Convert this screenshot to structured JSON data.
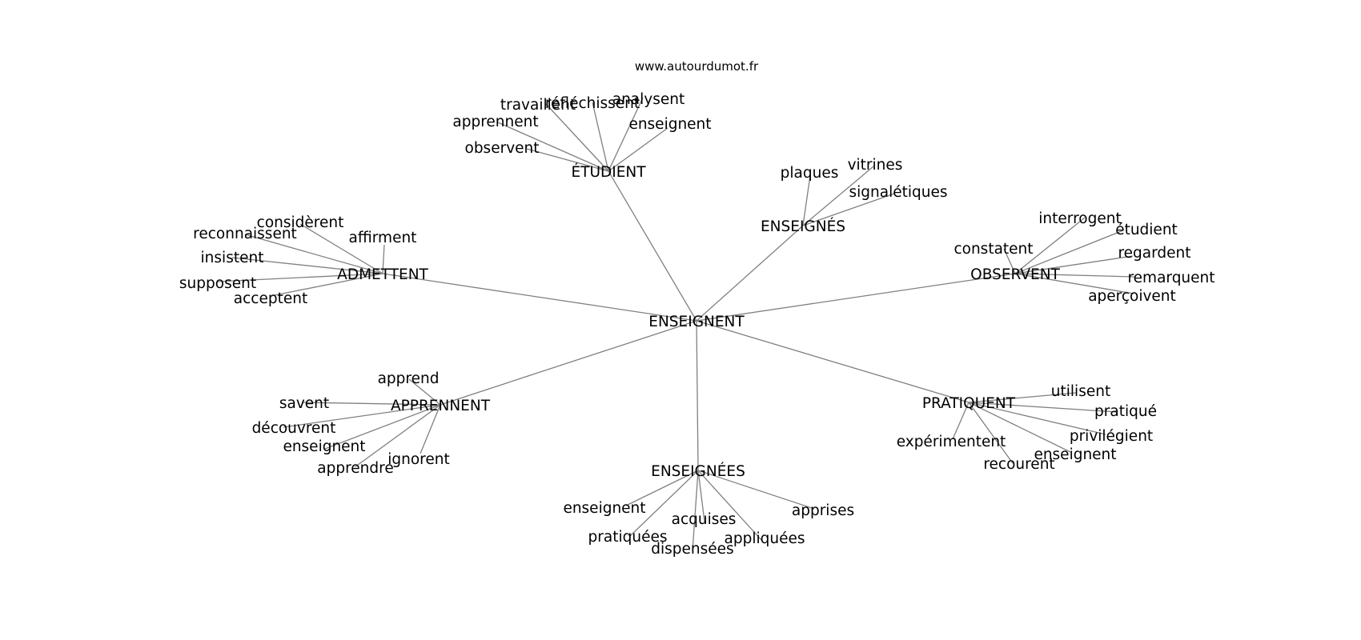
{
  "source": "www.autourdumot.fr",
  "center": "ENSEIGNENT",
  "groups": [
    {
      "label": "ÉTUDIENT",
      "words": [
        "observent",
        "apprennent",
        "travaillent",
        "réfléchissent",
        "analysent",
        "enseignent"
      ]
    },
    {
      "label": "ENSEIGNÉS",
      "words": [
        "plaques",
        "vitrines",
        "signalétiques"
      ]
    },
    {
      "label": "ADMETTENT",
      "words": [
        "considèrent",
        "reconnaissent",
        "affirment",
        "insistent",
        "supposent",
        "acceptent"
      ]
    },
    {
      "label": "OBSERVENT",
      "words": [
        "interrogent",
        "constatent",
        "étudient",
        "regardent",
        "remarquent",
        "aperçoivent"
      ]
    },
    {
      "label": "APPRENNENT",
      "words": [
        "apprend",
        "savent",
        "découvrent",
        "enseignent",
        "apprendre",
        "ignorent"
      ]
    },
    {
      "label": "PRATIQUENT",
      "words": [
        "utilisent",
        "pratiqué",
        "privilégient",
        "enseignent",
        "recourent",
        "expérimentent"
      ]
    },
    {
      "label": "ENSEIGNÉES",
      "words": [
        "enseignent",
        "pratiquées",
        "dispensées",
        "acquises",
        "appliquées",
        "apprises"
      ]
    }
  ]
}
